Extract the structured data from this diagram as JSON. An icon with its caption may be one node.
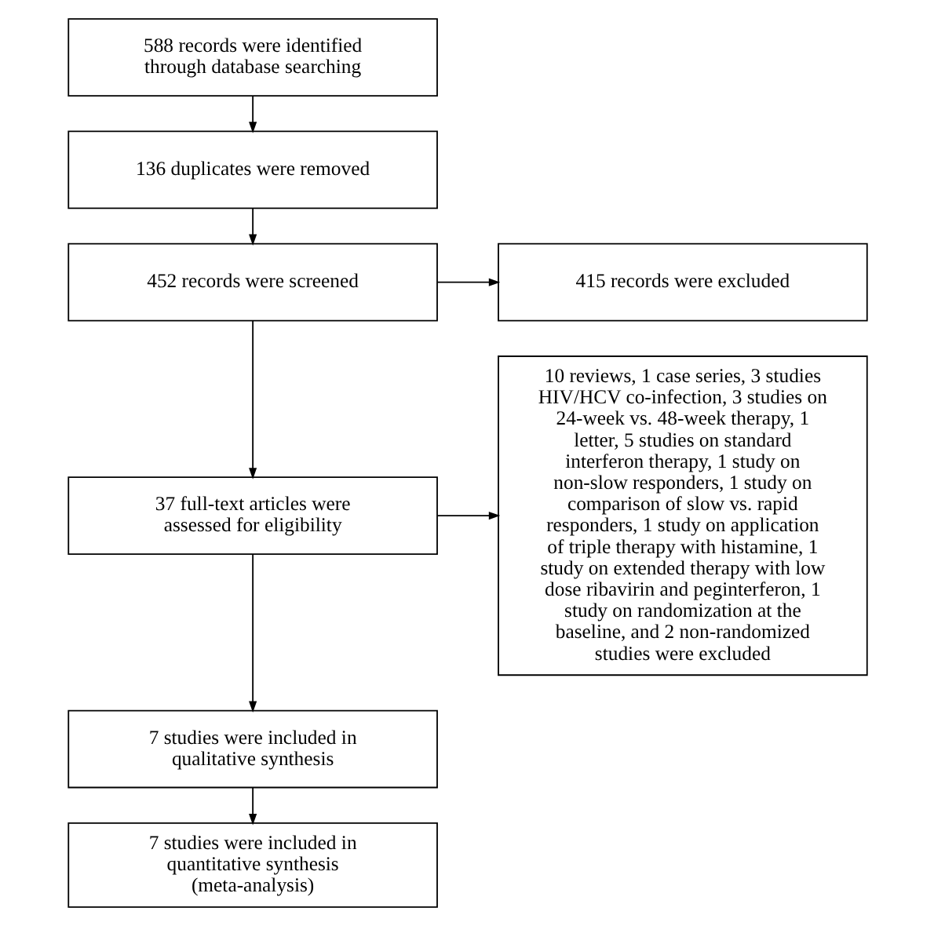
{
  "diagram": {
    "nodes": [
      {
        "text": [
          "588 records were identified through database searching"
        ]
      },
      {
        "text": [
          "136 duplicates were removed"
        ]
      },
      {
        "text": [
          "415 records were excluded"
        ]
      },
      {
        "text": [
          "452 records were screened"
        ]
      },
      {
        "text": [
          "10 reviews, 1 case series, 3 studies HIV/HCV co-infection, 3 studies on 24-week vs. 48-week therapy, 1 letter, 5 studies on standard interferon therapy, 1 study on non-slow responders, 1 study on comparison of slow vs. rapid responders, 1 study on application of triple therapy with histamine, 1 study on extended therapy with low dose ribavirin and peginterferon, 1 study on randomization at the baseline, and 2 non-randomized studies were excluded"
        ]
      },
      {
        "text": [
          "37 full-text articles were assessed for eligibility"
        ]
      },
      {
        "text": [
          "7 studies were included in qualitative synthesis"
        ]
      },
      {
        "text": [
          "7 studies were included in quantitative synthesis (meta-analysis)"
        ]
      }
    ],
    "edges": [
      {
        "from": 0,
        "to": 1,
        "arrow": "to"
      },
      {
        "from": 1,
        "to": 3,
        "arrow": "to"
      },
      {
        "from": 3,
        "to": 2,
        "arrow": "to"
      },
      {
        "from": 3,
        "to": 5,
        "arrow": "to"
      },
      {
        "from": 5,
        "to": 4,
        "arrow": "to"
      },
      {
        "from": 5,
        "to": 6,
        "arrow": "to"
      },
      {
        "from": 6,
        "to": 7,
        "arrow": "to"
      }
    ]
  }
}
